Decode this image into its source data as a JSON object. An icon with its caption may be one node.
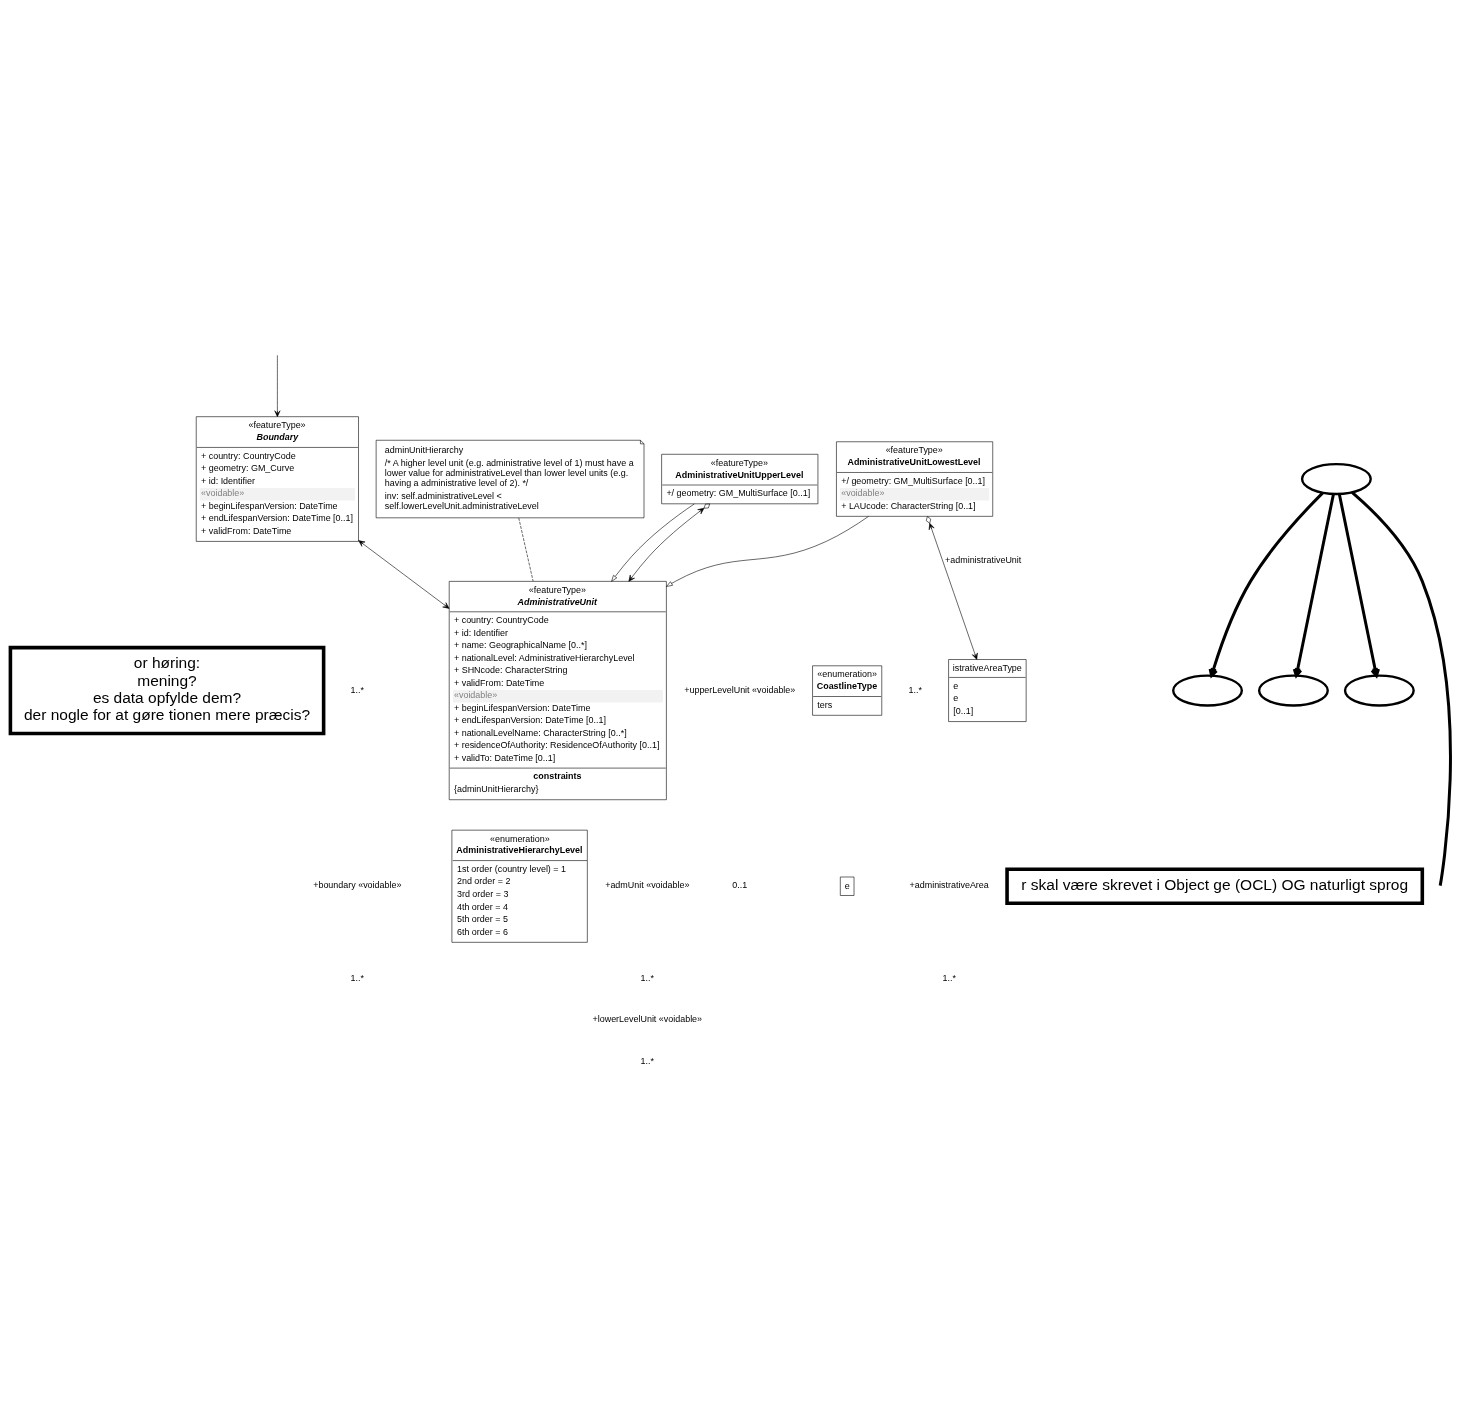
{
  "diagram": {
    "nodes": [
      {
        "text": [
          "adminUnitHierarchy",
          "/* A higher level unit (e.g. administrative level of 1) must have a lower value for administrativeLevel than lower level units (e.g. having a administrative level of 2). */",
          "inv: self.administrativeLevel < self.lowerLevelUnit.administrativeLevel"
        ]
      },
      {
        "text": [
          "«featureType»",
          "Boundary",
          "+ country: CountryCode",
          "+ geometry: GM_Curve",
          "+ id: Identifier",
          "«voidable»",
          "+ beginLifespanVersion: DateTime",
          "+ endLifespanVersion: DateTime [0..1]",
          "+ validFrom: DateTime"
        ]
      },
      {
        "text": [
          "«featureType»",
          "AdministrativeUnit",
          "+ country: CountryCode",
          "+ id: Identifier",
          "+ name: GeographicalName [0..*]",
          "+ nationalLevel: AdministrativeHierarchyLevel",
          "+ SHNcode: CharacterString",
          "+ validFrom: DateTime",
          "«voidable»",
          "+ beginLifespanVersion: DateTime",
          "+ endLifespanVersion: DateTime [0..1]",
          "+ nationalLevelName: CharacterString [0..*]",
          "+ residenceOfAuthority: ResidenceOfAuthority [0..1]",
          "+ validTo: DateTime [0..1]",
          "constraints",
          "{adminUnitHierarchy}"
        ]
      },
      {
        "text": [
          "istrativeAreaType",
          "e",
          "e",
          "[0..1]"
        ]
      },
      {
        "text": [
          "«featureType»",
          "AdministrativeUnitLowestLevel",
          "+/ geometry: GM_MultiSurface [0..1]",
          "«voidable»",
          "+ LAUcode: CharacterString [0..1]"
        ]
      },
      {
        "text": [
          "«featureType»",
          "AdministrativeUnitUpperLevel",
          "+/ geometry: GM_MultiSurface [0..1]"
        ]
      },
      {
        "text": [
          "«enumeration»",
          "AdministrativeHierarchyLevel",
          "1st order (country level) = 1",
          "2nd order = 2",
          "3rd order = 3",
          "4th order = 4",
          "5th order = 5",
          "6th order = 6"
        ]
      },
      {
        "text": [
          "«enumeration»",
          "CoastlineType",
          "ters"
        ]
      },
      {
        "text": [
          "e"
        ]
      },
      {
        "text": [
          "or høring:",
          "mening?",
          "es data opfylde dem?",
          "der nogle for at gøre tionen mere præcis?"
        ]
      },
      {
        "text": [
          "r skal være skrevet i Object ge (OCL) OG naturligt sprog"
        ]
      },
      {
        "text": [],
        "shape": "ellipse"
      },
      {
        "text": [],
        "shape": "ellipse"
      },
      {
        "text": [],
        "shape": "ellipse"
      },
      {
        "text": [],
        "shape": "ellipse"
      }
    ],
    "edges": [
      {
        "from": 0,
        "to": 2,
        "arrow": "none",
        "style": "dashed"
      },
      {
        "from": null,
        "to": 1,
        "arrow": "to"
      },
      {
        "from": 1,
        "to": 2,
        "arrow": "both"
      },
      {
        "from": 4,
        "to": 2,
        "arrow": "to"
      },
      {
        "from": 5,
        "to": 2,
        "arrow": "to"
      },
      {
        "from": 5,
        "to": 2,
        "arrow": "both"
      },
      {
        "from": 4,
        "to": 3,
        "arrow": "both",
        "label": "+administrativeUnit"
      },
      {
        "from": 11,
        "to": null,
        "arrow": "none",
        "style": "thick"
      },
      {
        "from": 11,
        "to": 12,
        "arrow": "to",
        "style": "thick"
      },
      {
        "from": 11,
        "to": 13,
        "arrow": "to",
        "style": "thick"
      },
      {
        "from": 11,
        "to": 14,
        "arrow": "to",
        "style": "thick"
      }
    ],
    "labels": [
      "1..*",
      "+boundary «voidable»",
      "1..*",
      "+admUnit «voidable»",
      "1..*",
      "+lowerLevelUnit «voidable»",
      "1..*",
      "+upperLevelUnit «voidable»",
      "0..1",
      "+administrativeArea",
      "1..*",
      "1..*"
    ]
  }
}
